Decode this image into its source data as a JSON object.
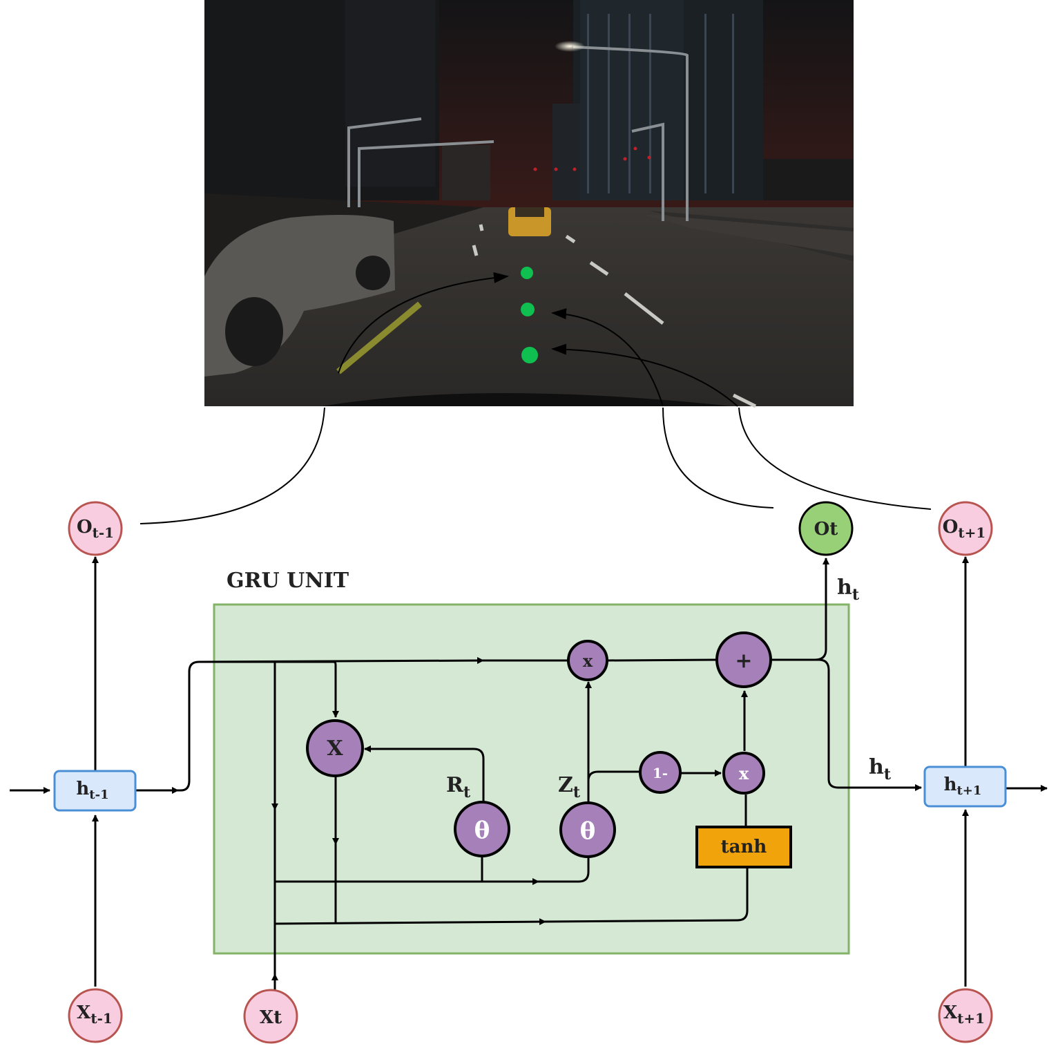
{
  "scene_image": {
    "description_icon": "night-street-scene-image",
    "predicted_points_color": "#0fbf4f"
  },
  "gru_unit": {
    "title": "GRU UNIT",
    "box_fill": "#d5e8d4",
    "box_stroke": "#82b366",
    "reset_gate_label": "R",
    "reset_gate_sub": "t",
    "update_gate_label": "Z",
    "update_gate_sub": "t",
    "sigma_symbol": "θ",
    "reset_multiply_symbol": "X",
    "update_multiply_symbol": "x",
    "candidate_multiply_symbol": "x",
    "add_symbol": "+",
    "one_minus_symbol": "1-",
    "tanh_label": "tanh",
    "ht_label": "h",
    "ht_sub": "t"
  },
  "nodes": {
    "o_prev": {
      "main": "O",
      "sub": "t-1"
    },
    "o_curr": {
      "main": "Ot",
      "sub": ""
    },
    "o_next": {
      "main": "O",
      "sub": "t+1"
    },
    "x_prev": {
      "main": "X",
      "sub": "t-1"
    },
    "x_curr": {
      "main": "Xt",
      "sub": ""
    },
    "x_next": {
      "main": "X",
      "sub": "t+1"
    },
    "h_prev": {
      "main": "h",
      "sub": "t-1"
    },
    "h_next": {
      "main": "h",
      "sub": "t+1"
    }
  },
  "colors": {
    "gate_fill": "#a680b8",
    "io_fill": "#f8cde0",
    "io_stroke": "#b85450",
    "output_fill": "#97d077",
    "hidden_fill": "#dae8fc",
    "hidden_stroke": "#4a8fd6",
    "tanh_fill": "#f0a30a"
  }
}
